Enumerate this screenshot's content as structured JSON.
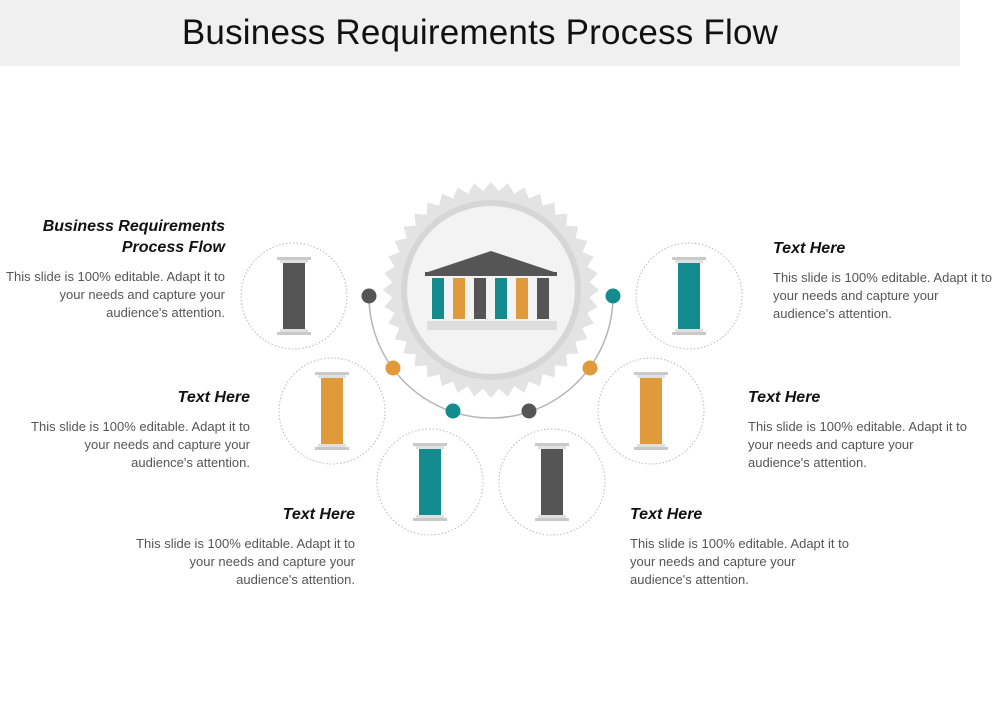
{
  "title": "Business Requirements Process Flow",
  "colors": {
    "teal": "#138b8f",
    "orange": "#e09a3c",
    "dark": "#555555",
    "title_bar": "#f0f0f0"
  },
  "center_icon": "bank-building-icon",
  "items": [
    {
      "heading": "Business Requirements Process Flow",
      "body": "This slide is 100% editable. Adapt it to your needs and capture your audience's attention.",
      "pillar_color": "dark"
    },
    {
      "heading": "Text Here",
      "body": "This slide is 100% editable. Adapt it to your needs and capture your audience's attention.",
      "pillar_color": "orange"
    },
    {
      "heading": "Text Here",
      "body": "This slide is 100% editable. Adapt it to your needs and capture your audience's attention.",
      "pillar_color": "teal"
    },
    {
      "heading": "Text Here",
      "body": "This slide is 100% editable. Adapt it to your needs and capture your audience's attention.",
      "pillar_color": "dark"
    },
    {
      "heading": "Text Here",
      "body": "This slide is 100% editable. Adapt it to your needs and capture your audience's attention.",
      "pillar_color": "orange"
    },
    {
      "heading": "Text Here",
      "body": "This slide is 100% editable. Adapt it to your needs and capture your audience's attention.",
      "pillar_color": "teal"
    }
  ]
}
